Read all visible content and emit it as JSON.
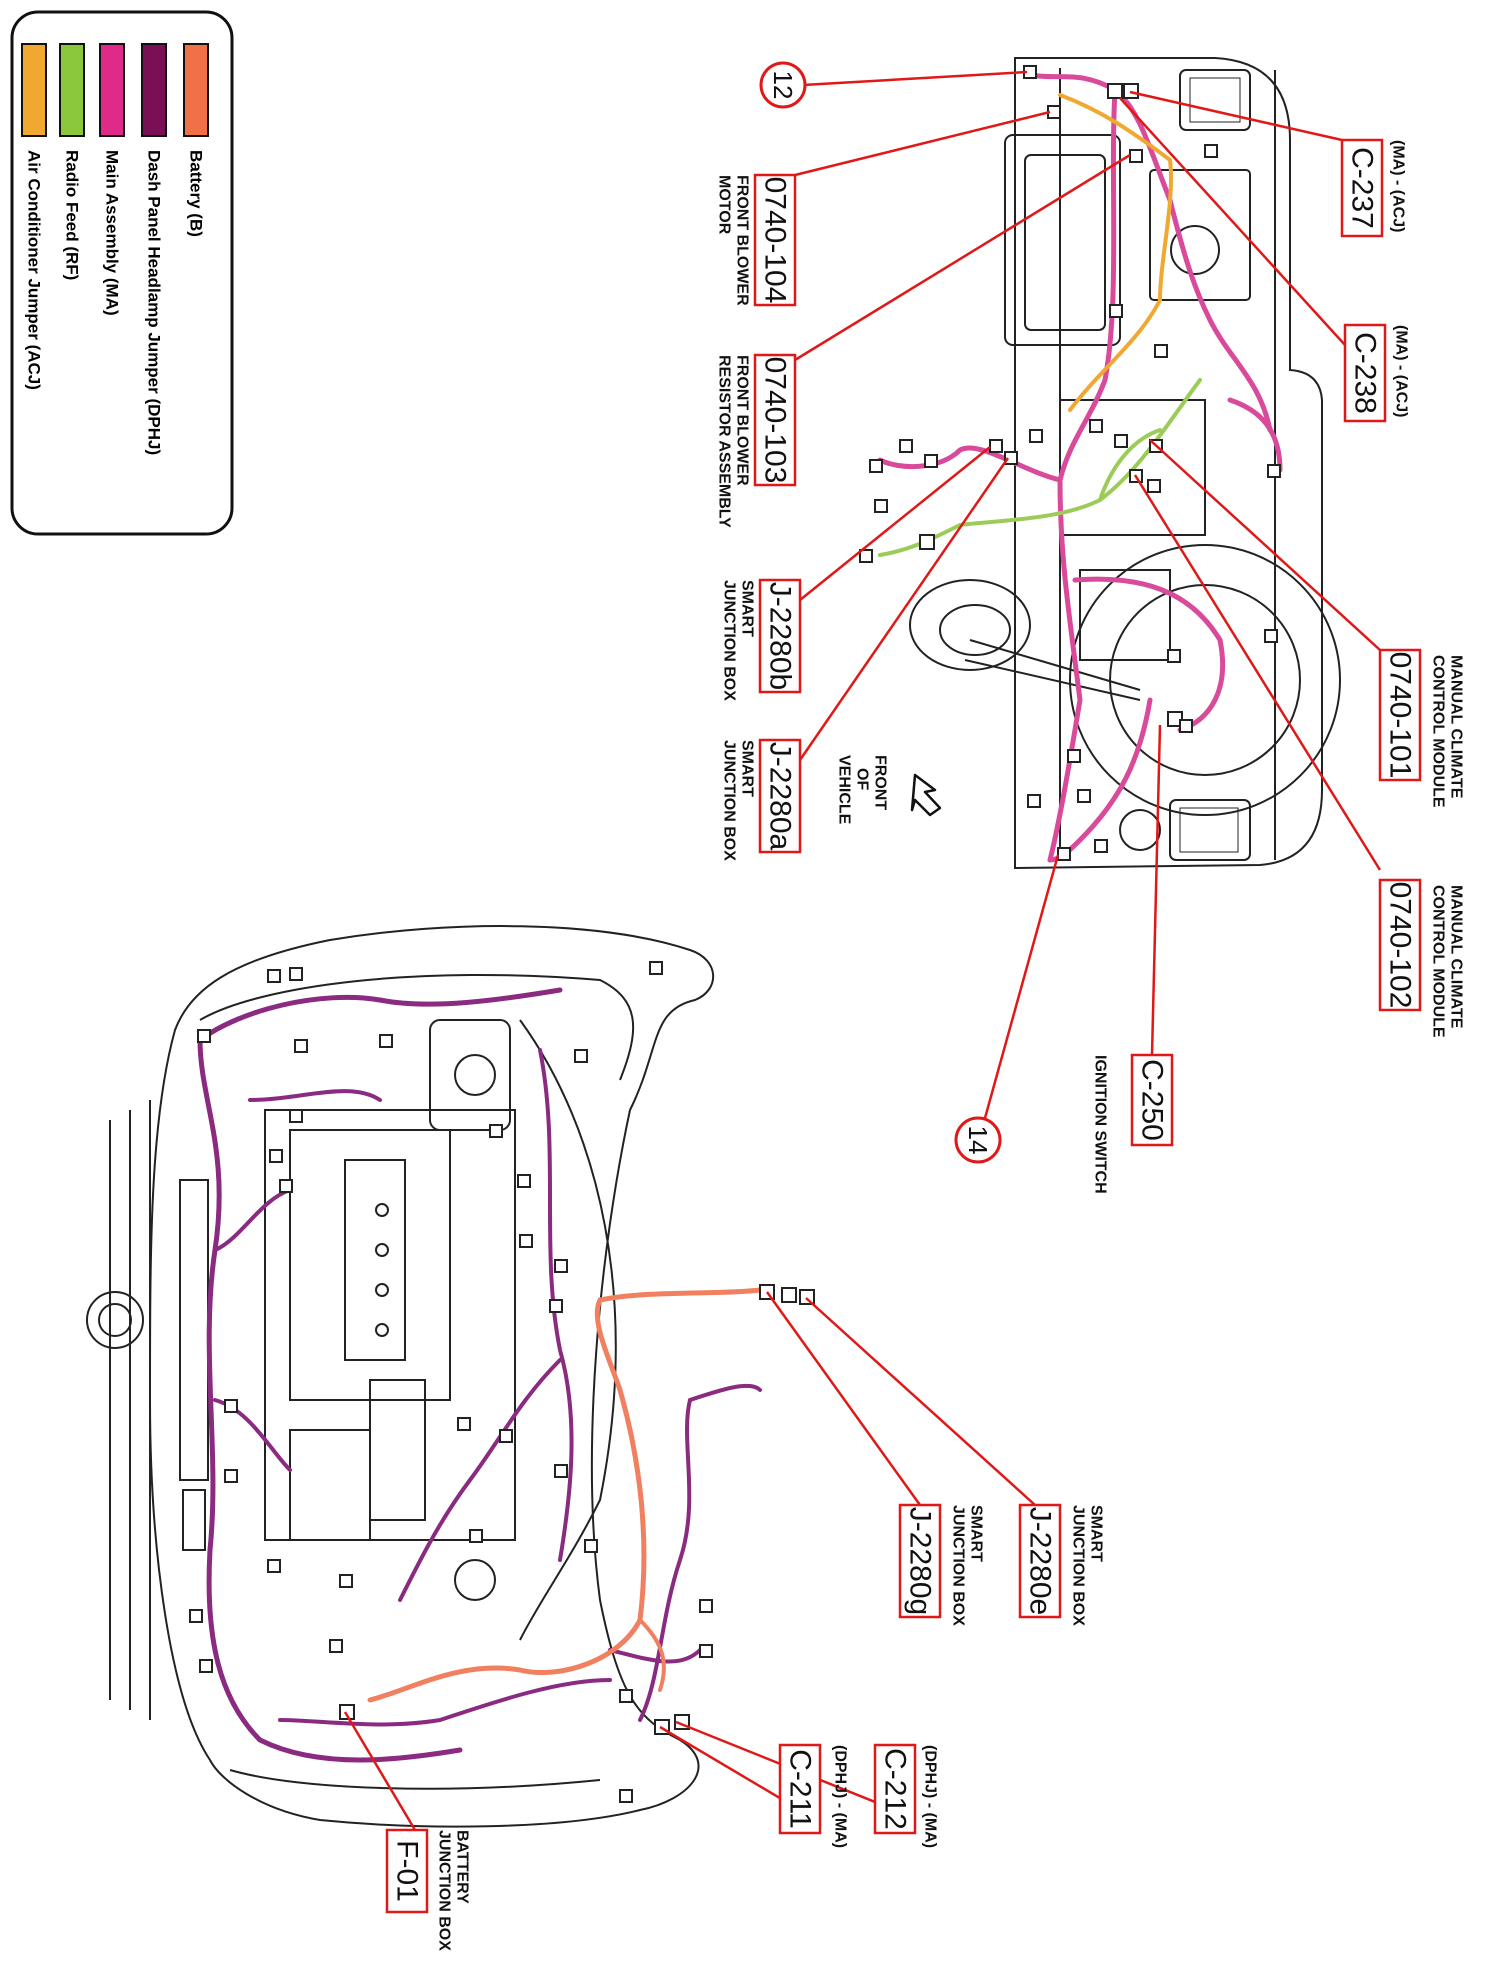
{
  "legend": {
    "items": [
      {
        "label": "Battery (B)",
        "color": "#f07048"
      },
      {
        "label": "Dash Panel Headlamp Jumper (DPHJ)",
        "color": "#7a0f55"
      },
      {
        "label": "Main Assembly (MA)",
        "color": "#e02a8a"
      },
      {
        "label": "Radio Feed (RF)",
        "color": "#8cc83c"
      },
      {
        "label": "Air Conditioner Jumper (ACJ)",
        "color": "#f0a830"
      }
    ]
  },
  "diagram_colors": {
    "wire_ma": "#d94a9a",
    "wire_acj": "#f0a830",
    "wire_rf": "#9ccc58",
    "wire_b": "#f08060",
    "wire_dphj": "#8a2a80",
    "callout_red": "#e01818"
  },
  "callouts": {
    "c12": {
      "id": "12"
    },
    "c14": {
      "id": "14"
    },
    "c237": {
      "id": "C-237",
      "desc": "(MA) - (ACJ)"
    },
    "c238": {
      "id": "C-238",
      "desc": "(MA) - (ACJ)"
    },
    "c104": {
      "id": "0740-104",
      "desc1": "FRONT BLOWER",
      "desc2": "MOTOR"
    },
    "c103": {
      "id": "0740-103",
      "desc1": "FRONT BLOWER",
      "desc2": "RESISTOR ASSEMBLY"
    },
    "c2280b": {
      "id": "J-2280b",
      "desc1": "SMART",
      "desc2": "JUNCTION BOX"
    },
    "c2280a": {
      "id": "J-2280a",
      "desc1": "SMART",
      "desc2": "JUNCTION BOX"
    },
    "front": {
      "l1": "FRONT",
      "l2": "OF",
      "l3": "VEHICLE"
    },
    "c101": {
      "id": "0740-101",
      "desc1": "MANUAL CLIMATE",
      "desc2": "CONTROL MODULE"
    },
    "c102": {
      "id": "0740-102",
      "desc1": "MANUAL CLIMATE",
      "desc2": "CONTROL MODULE"
    },
    "c250": {
      "id": "C-250",
      "desc": "IGNITION SWITCH"
    },
    "c2280e": {
      "id": "J-2280e",
      "desc1": "SMART",
      "desc2": "JUNCTION BOX"
    },
    "c2280g": {
      "id": "J-2280g",
      "desc1": "SMART",
      "desc2": "JUNCTION BOX"
    },
    "c212": {
      "id": "C-212",
      "desc": "(DPHJ) - (MA)"
    },
    "c211": {
      "id": "C-211",
      "desc": "(DPHJ) - (MA)"
    },
    "f01": {
      "id": "F-01",
      "desc1": "BATTERY",
      "desc2": "JUNCTION BOX"
    }
  }
}
